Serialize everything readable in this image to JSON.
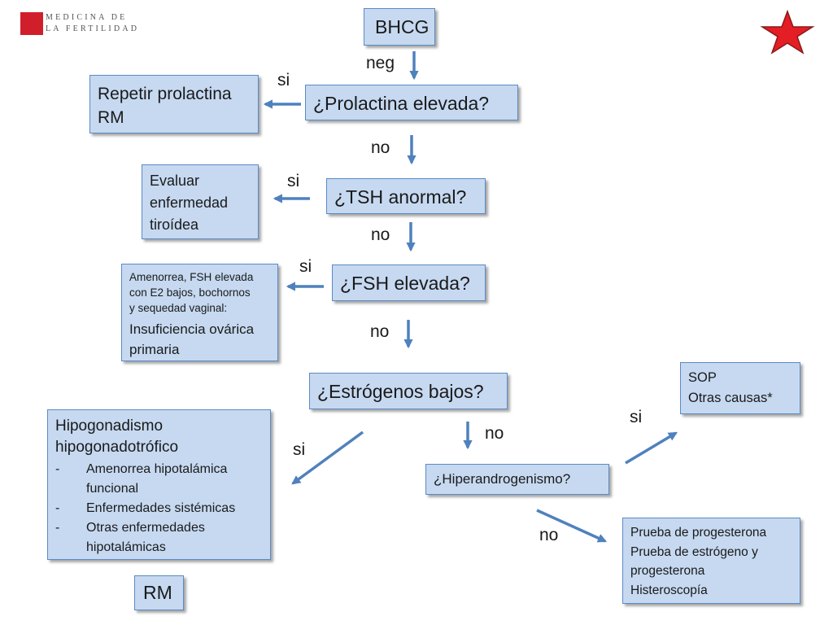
{
  "logo": {
    "line1": "MEDICINA DE",
    "line2": "LA FERTILIDAD"
  },
  "nodes": {
    "bhcg": "BHCG",
    "prolactina_q": "¿Prolactina elevada?",
    "repetir": [
      "Repetir prolactina",
      "RM"
    ],
    "tsh_q": "¿TSH anormal?",
    "evaluar": [
      "Evaluar",
      "enfermedad",
      "tiroídea"
    ],
    "fsh_q": "¿FSH elevada?",
    "amenorrea_small": [
      "Amenorrea, FSH elevada",
      "con E2 bajos, bochornos",
      "y sequedad vaginal:"
    ],
    "amenorrea_big": [
      "Insuficiencia ovárica",
      "primaria"
    ],
    "estrogenos_q": "¿Estrógenos bajos?",
    "hipogonadismo_title": [
      "Hipogonadismo",
      "hipogonadotrófico"
    ],
    "hipogonadismo_items": [
      {
        "dash": "-",
        "lines": [
          "Amenorrea hipotalámica",
          "funcional"
        ]
      },
      {
        "dash": "-",
        "lines": [
          "Enfermedades sistémicas"
        ]
      },
      {
        "dash": "-",
        "lines": [
          "Otras enfermedades",
          "hipotalámicas"
        ]
      }
    ],
    "rm": "RM",
    "hiperandro_q": "¿Hiperandrogenismo?",
    "sop": [
      "SOP",
      "Otras causas*"
    ],
    "prueba": [
      "Prueba de progesterona",
      "Prueba de estrógeno y",
      "progesterona",
      "Histeroscopía"
    ]
  },
  "labels": {
    "neg": "neg",
    "si1": "si",
    "no1": "no",
    "si2": "si",
    "no2": "no",
    "si3": "si",
    "no3": "no",
    "si4": "si",
    "no4": "no",
    "si5": "si",
    "no5": "no"
  },
  "colors": {
    "box_fill": "#c6d9f1",
    "box_border": "#5b8ac4",
    "arrow": "#4f81bd",
    "star": "#e31e24"
  }
}
